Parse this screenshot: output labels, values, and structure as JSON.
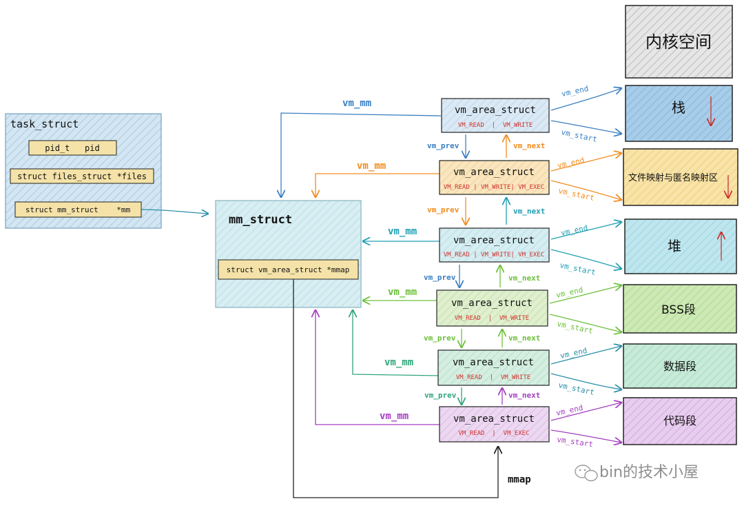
{
  "task_struct": {
    "title": "task_struct",
    "fields": [
      "pid_t   pid",
      "struct files_struct *files",
      "struct mm_struct    *mm"
    ]
  },
  "mm_struct": {
    "title": "mm_struct",
    "field": "struct vm_area_struct *mmap"
  },
  "vmas": [
    {
      "title": "vm_area_struct",
      "flags": "VM_READ  |  VM_WRITE",
      "color": "#3a7fc2"
    },
    {
      "title": "vm_area_struct",
      "flags": "VM_READ | VM_WRITE| VM_EXEC",
      "color": "#f08c1e"
    },
    {
      "title": "vm_area_struct",
      "flags": "VM_READ | VM_WRITE| VM_EXEC",
      "color": "#1aa3b5"
    },
    {
      "title": "vm_area_struct",
      "flags": "VM_READ  |  VM_WRITE",
      "color": "#6cbf3a"
    },
    {
      "title": "vm_area_struct",
      "flags": "VM_READ  |  VM_WRITE",
      "color": "#2fa57a"
    },
    {
      "title": "vm_area_struct",
      "flags": "VM_READ  |  VM_EXEC",
      "color": "#a53fc0"
    }
  ],
  "segments": [
    {
      "label": "内核空间"
    },
    {
      "label": "栈"
    },
    {
      "label": "文件映射与匿名映射区"
    },
    {
      "label": "堆"
    },
    {
      "label": "BSS段"
    },
    {
      "label": "数据段"
    },
    {
      "label": "代码段"
    }
  ],
  "labels": {
    "vm_mm": "vm_mm",
    "vm_prev": "vm_prev",
    "vm_next": "vm_next",
    "vm_end": "vm_end",
    "vm_start": "vm_start",
    "mmap": "mmap",
    "watermark": "bin的技术小屋"
  },
  "colors": {
    "task_fill": "#d5e8f3",
    "field_fill": "#f4e2a8",
    "mm_fill": "#d9eef3",
    "flags_text": "#d0312d"
  }
}
